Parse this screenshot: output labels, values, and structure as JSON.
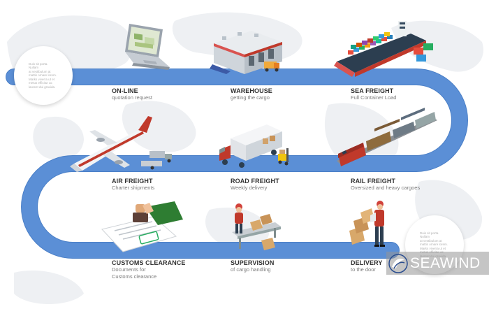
{
  "notes": {
    "left": "Duis sit porta. Nullam\nat vestibulum at\nmattis ornare lorem.\nMarks viverra ut et\nmetus efficitur ac\nlaoreet dui gravida.",
    "right": "Duis sit porta. Nullam\nat vestibulum at\nmattis ornare lorem.\nMarks viverra ut et\nmetus efficitur ac\nlaoreet dui gravida."
  },
  "steps": [
    {
      "title": "ON-LINE",
      "subtitle": "quotation request",
      "icon": "laptop-icon"
    },
    {
      "title": "WAREHOUSE",
      "subtitle": "getting the cargo",
      "icon": "warehouse-icon"
    },
    {
      "title": "SEA FREIGHT",
      "subtitle": "Full Container Load",
      "icon": "cargo-ship-icon"
    },
    {
      "title": "AIR FREIGHT",
      "subtitle": "Charter shipments",
      "icon": "airplane-icon"
    },
    {
      "title": "ROAD FREIGHT",
      "subtitle": "Weekly delivery",
      "icon": "truck-icon"
    },
    {
      "title": "RAIL FREIGHT",
      "subtitle": "Oversized and  heavy cargoes",
      "icon": "train-icon"
    },
    {
      "title": "CUSTOMS CLEARANCE",
      "subtitle": "Documents for\nCustoms clearance",
      "icon": "stamp-document-icon"
    },
    {
      "title": "SUPERVISION",
      "subtitle": "of cargo handling",
      "icon": "conveyor-worker-icon"
    },
    {
      "title": "DELIVERY",
      "subtitle": "to the door",
      "icon": "delivery-man-icon"
    }
  ],
  "brand": {
    "name": "SEAWIND",
    "logo": "seawind-logo-icon"
  },
  "colors": {
    "road": "#5b8fd6",
    "title": "#333333",
    "subtitle": "#7a7a7a",
    "watermark": "#969696"
  }
}
